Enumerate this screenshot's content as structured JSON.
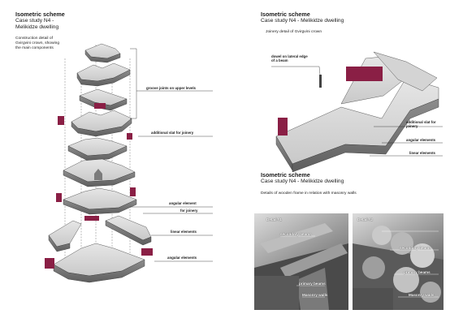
{
  "left": {
    "title": "Isometric scheme",
    "subtitle": "Case study N4 -\nMelikidze dwelling",
    "description": "Construction detail of\nGvirgvini crown, showing\nthe main components",
    "labels": {
      "groove_joints": "groove joints on upper levels",
      "additional_slat": "additional slat for joinery",
      "angular_element": "angular element",
      "for_joinery": "for joinery",
      "linear_elements": "linear elements",
      "angular_elements": "angular elements"
    }
  },
  "right_top": {
    "title": "Isometric scheme",
    "subtitle": "Case study N4 - Melikidze dwelling",
    "description": "Joinery detail of Gvirgvini crown",
    "labels": {
      "dowel": "dowel on lateral edge\nof a beam",
      "additional_slat": "additional slat for\njoinery",
      "angular_elements": "angular elements",
      "linear_elements": "linear elements"
    }
  },
  "right_bottom": {
    "title": "Isometric scheme",
    "subtitle": "Case study N4 - Melikidze dwelling",
    "description": "Details of wooden frame in relation with masonry walls",
    "photo1": {
      "detail": "Detail #1",
      "secondary_beams": "secondary beams",
      "primary_beams": "primary beams",
      "masonry_walls": "Masonry walls"
    },
    "photo2": {
      "detail": "Detail #2",
      "secondary_beams": "secondary beams",
      "primary_beams": "primary beams",
      "masonry_walls": "Masonry walls"
    }
  },
  "colors": {
    "accent": "#8a1f45",
    "wood_light": "#d8d8d8",
    "wood_mid": "#a8a8a8",
    "wood_dark": "#6a6a6a",
    "line": "#222222"
  }
}
